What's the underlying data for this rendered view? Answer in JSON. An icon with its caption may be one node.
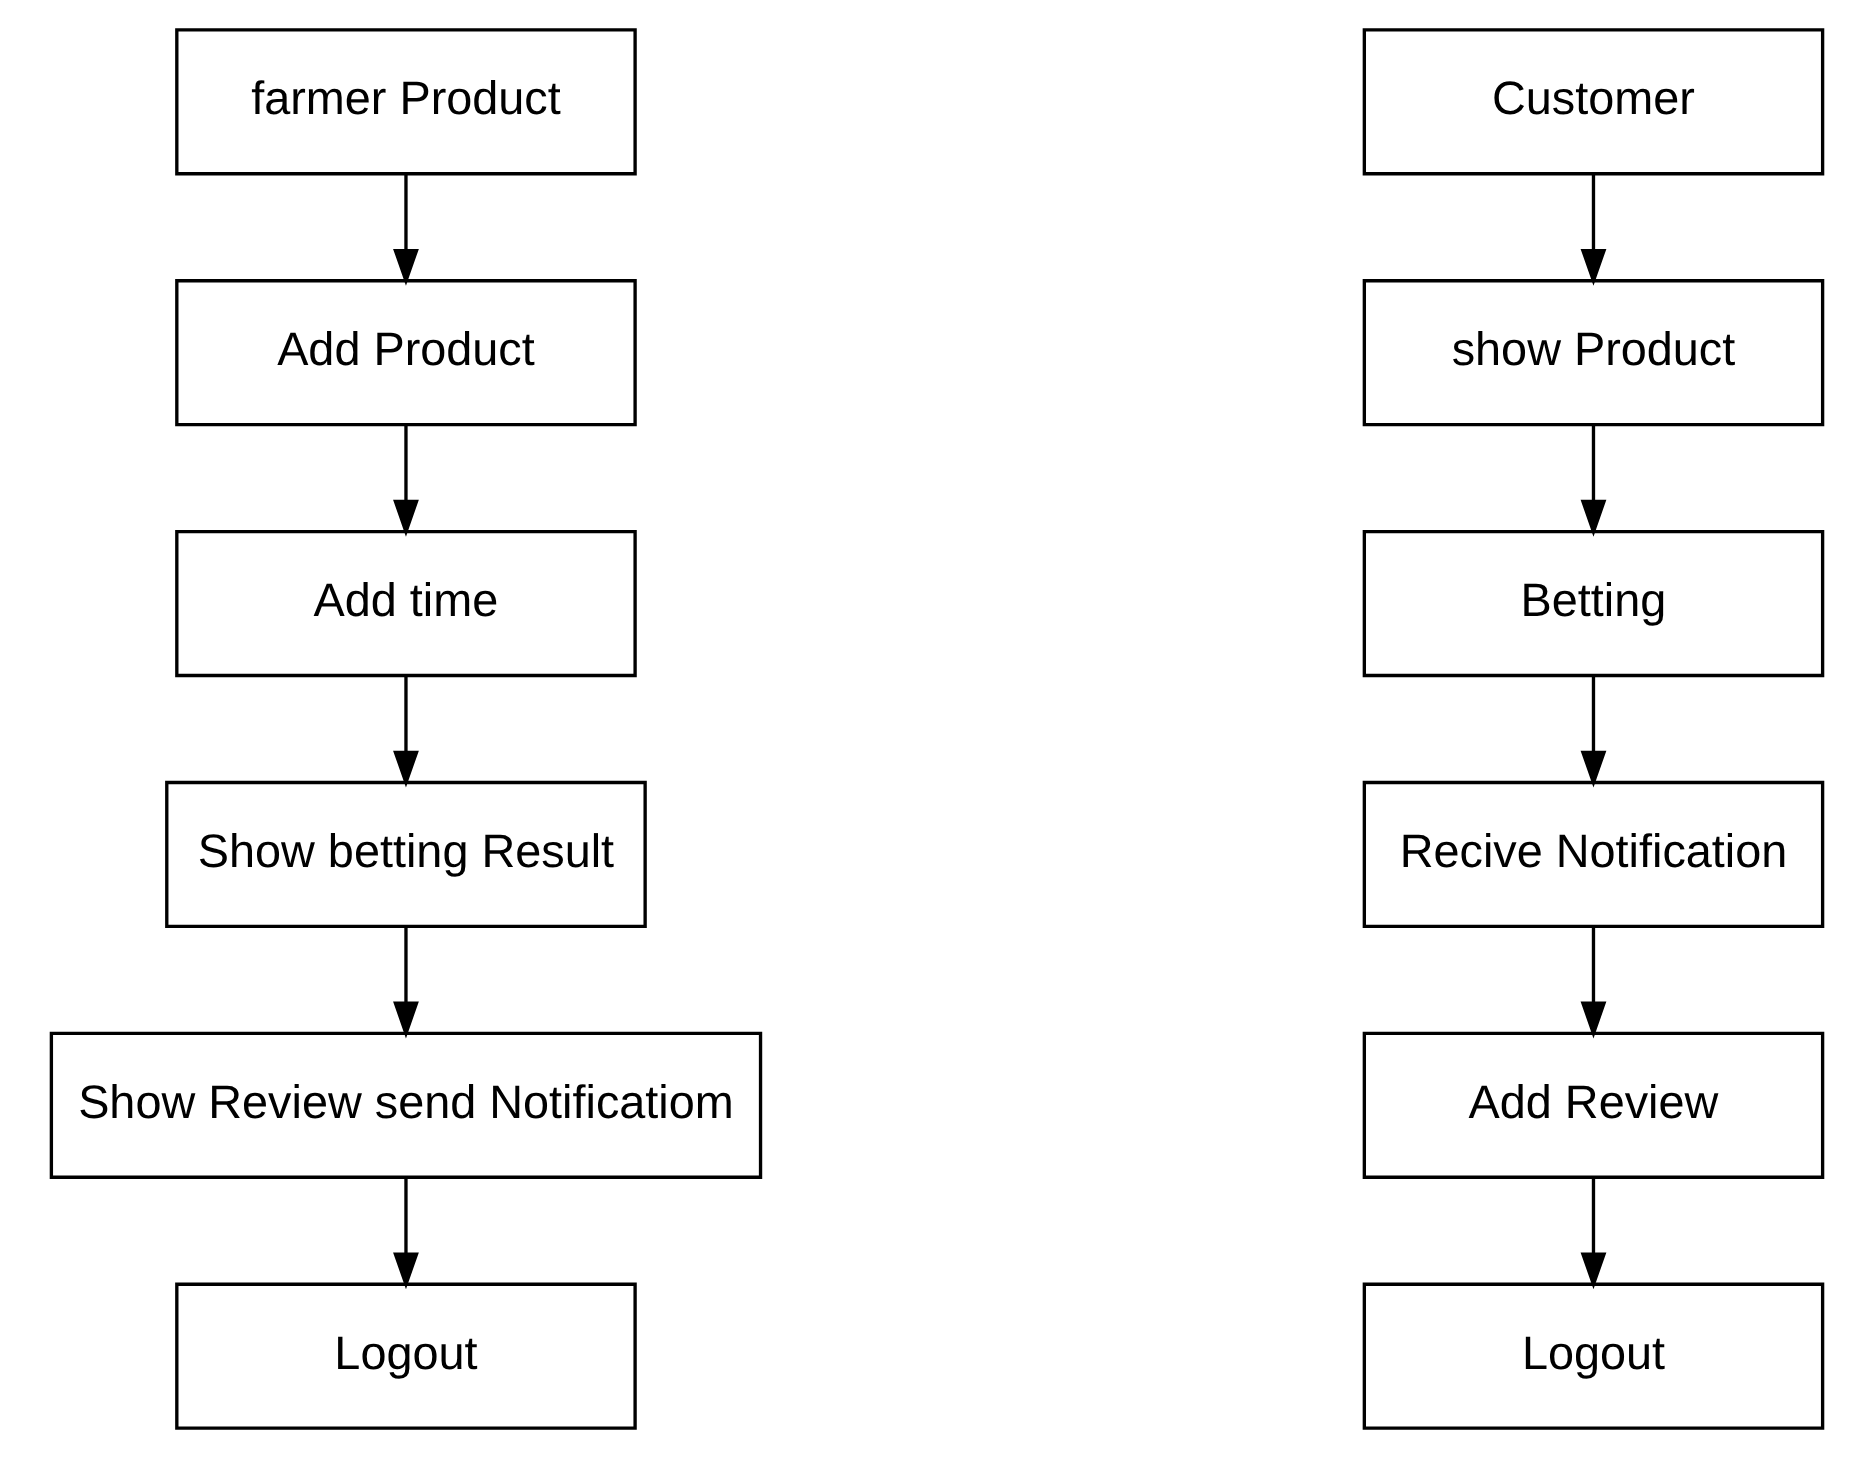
{
  "diagram": {
    "nodes": [
      {
        "text": [
          "farmer Product"
        ]
      },
      {
        "text": [
          "Add Product"
        ]
      },
      {
        "text": [
          "Add time"
        ]
      },
      {
        "text": [
          "Show betting Result"
        ]
      },
      {
        "text": [
          "Show Review send Notificatiom"
        ]
      },
      {
        "text": [
          "Logout"
        ]
      },
      {
        "text": [
          "Customer"
        ]
      },
      {
        "text": [
          "show Product"
        ]
      },
      {
        "text": [
          "Betting"
        ]
      },
      {
        "text": [
          "Recive Notification"
        ]
      },
      {
        "text": [
          "Add Review"
        ]
      },
      {
        "text": [
          "Logout"
        ]
      }
    ],
    "edges": [
      {
        "from": 0,
        "to": 1,
        "arrow": "to"
      },
      {
        "from": 1,
        "to": 2,
        "arrow": "to"
      },
      {
        "from": 2,
        "to": 3,
        "arrow": "to"
      },
      {
        "from": 3,
        "to": 4,
        "arrow": "to"
      },
      {
        "from": 4,
        "to": 5,
        "arrow": "to"
      },
      {
        "from": 6,
        "to": 7,
        "arrow": "to"
      },
      {
        "from": 7,
        "to": 8,
        "arrow": "to"
      },
      {
        "from": 8,
        "to": 9,
        "arrow": "to"
      },
      {
        "from": 9,
        "to": 10,
        "arrow": "to"
      },
      {
        "from": 10,
        "to": 11,
        "arrow": "to"
      }
    ]
  }
}
